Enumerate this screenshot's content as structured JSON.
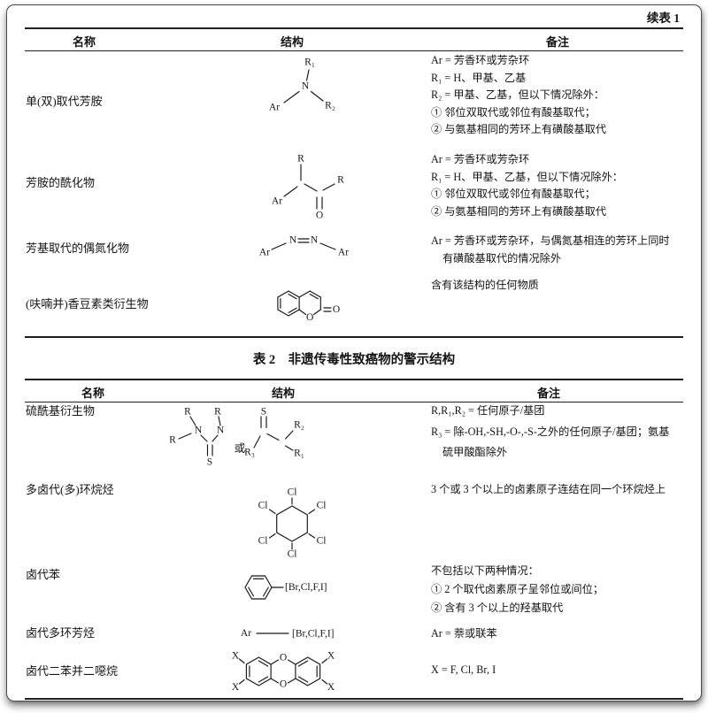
{
  "page": {
    "continued_label": "续表 1"
  },
  "table1": {
    "headers": {
      "name": "名称",
      "structure": "结构",
      "notes": "备注"
    },
    "rows": [
      {
        "name": "单(双)取代芳胺",
        "notes": [
          "Ar = 芳香环或芳杂环",
          "R₁ = H、甲基、乙基",
          "R₂ = 甲基、乙基，但以下情况除外：",
          "① 邻位双取代或邻位有酸基取代；",
          "② 与氨基相同的芳环上有磺酸基取代"
        ]
      },
      {
        "name": "芳胺的酰化物",
        "notes": [
          "Ar = 芳香环或芳杂环",
          "R₁ = H、甲基、乙基，但以下情况除外：",
          "① 邻位双取代或邻位有酸基取代；",
          "② 与氨基相同的芳环上有磺酸基取代"
        ]
      },
      {
        "name": "芳基取代的偶氮化物",
        "notes": [
          "Ar = 芳香环或芳杂环，与偶氮基相连的芳环上同时",
          "有磺酸基取代的情况除外"
        ]
      },
      {
        "name": "(呋喃并)香豆素类衍生物",
        "notes": [
          "含有该结构的任何物质"
        ]
      }
    ]
  },
  "table2": {
    "title": "表 2　非遗传毒性致癌物的警示结构",
    "headers": {
      "name": "名称",
      "structure": "结构",
      "notes": "备注"
    },
    "rows": [
      {
        "name": "硫酰基衍生物",
        "notes": [
          "R,R₁,R₂ = 任何原子/基团",
          "R₃ = 除-OH,-SH,-O-,-S-之外的任何原子/基团；氨基",
          "硫甲酸酯除外"
        ]
      },
      {
        "name": "多卤代(多)环烷烃",
        "notes": [
          "3 个或 3 个以上的卤素原子连结在同一个环烷烃上"
        ]
      },
      {
        "name": "卤代苯",
        "notes": [
          "不包括以下两种情况：",
          "① 2 个取代卤素原子呈邻位或间位；",
          "② 含有 3 个以上的羟基取代"
        ]
      },
      {
        "name": "卤代多环芳烃",
        "notes": [
          "Ar = 萘或联苯"
        ]
      },
      {
        "name": "卤代二苯并二噁烷",
        "notes": [
          "X = F, Cl, Br, I"
        ]
      }
    ]
  },
  "structures": {
    "amine": {
      "r1": "R₁",
      "n": "N",
      "ar": "Ar",
      "r2": "R₂"
    },
    "acyl": {
      "r_top": "R",
      "ar": "Ar",
      "o": "O",
      "r_right": "R"
    },
    "azo": {
      "ar_left": "Ar",
      "n_left": "N",
      "n_right": "N",
      "ar_right": "Ar"
    },
    "coumarin": {
      "ring_o": "O",
      "keto_o": "O"
    },
    "thio": {
      "r_top_left": "R",
      "r_top_right": "R",
      "r_left": "R",
      "n_left": "N",
      "n_right": "N",
      "s": "S",
      "or": "或",
      "s2": "S",
      "r3": "R₃",
      "r2": "R₂",
      "r1": "R₁"
    },
    "polyhalo": {
      "cl": "Cl"
    },
    "halobenzene": {
      "halogens": "[Br,Cl,F,I]"
    },
    "halopah": {
      "ar": "Ar",
      "halogens": "[Br,Cl,F,I]"
    },
    "dioxin": {
      "x": "X",
      "o": "O"
    }
  }
}
